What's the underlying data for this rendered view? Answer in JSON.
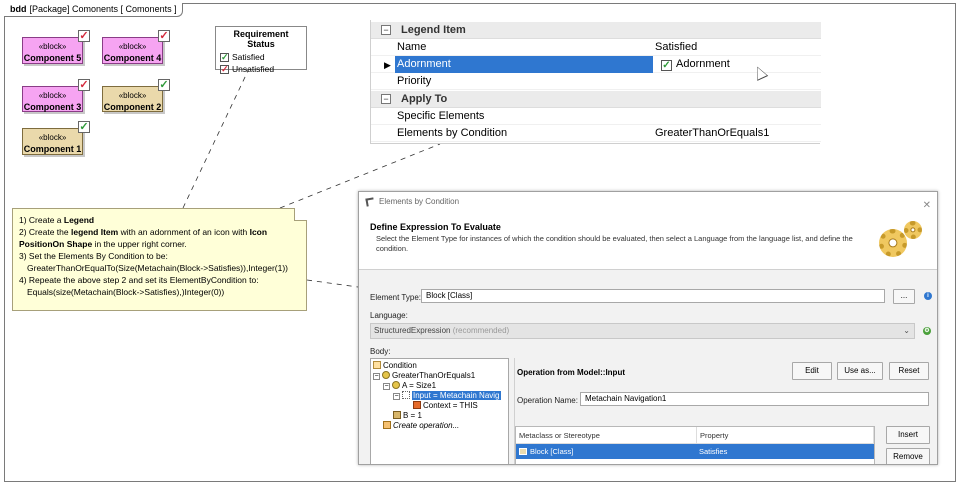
{
  "diagram": {
    "tab_kind": "bdd",
    "tab_text": "[Package] Comonents [ Comonents ]",
    "stereotype": "«block»",
    "blocks": [
      {
        "name": "Component 5",
        "adornment": "unsatisfied"
      },
      {
        "name": "Component 4",
        "adornment": "unsatisfied"
      },
      {
        "name": "Component 3",
        "adornment": "unsatisfied"
      },
      {
        "name": "Component 2",
        "adornment": "satisfied"
      },
      {
        "name": "Component 1",
        "adornment": "satisfied"
      }
    ],
    "legend": {
      "title": "Requirement Status",
      "items": [
        {
          "label": "Satisfied",
          "color": "#2f9a3a"
        },
        {
          "label": "Unsatisfied",
          "color": "#d42a3c"
        }
      ]
    },
    "note": {
      "l1_num": "1) Create a ",
      "l1_b": "Legend",
      "l2_num": "2) Create the ",
      "l2_b": "legend Item",
      "l2_rest": " with an adornment of an icon with ",
      "l2_b2": "Icon",
      "l3_b": "PositionOn Shape",
      "l3_rest": " in the upper right corner.",
      "l4": "3) Set the Elements By Condition to be:",
      "l5": "GreaterThanOrEqualTo(Size(Metachain(Block->Satisfies)),Integer(1))",
      "l6": "4) Repeate the above step 2 and set its ElementByCondition to:",
      "l7": "Equals(size(Metachain(Block->Satisfies),)Integer(0))"
    }
  },
  "properties": {
    "group1": "Legend Item",
    "name_label": "Name",
    "name_value": "Satisfied",
    "adornment_label": "Adornment",
    "adornment_value": "Adornment",
    "priority_label": "Priority",
    "group2": "Apply To",
    "specific_label": "Specific Elements",
    "ebc_label": "Elements by Condition",
    "ebc_value": "GreaterThanOrEquals1"
  },
  "dialog": {
    "title": "Elements by Condition",
    "heading": "Define Expression To Evaluate",
    "description": "Select the Element Type for instances of which the condition should be evaluated, then select a Language from the language list, and define the condition.",
    "element_type_label": "Element Type:",
    "element_type_value": "Block [Class]",
    "browse_label": "...",
    "language_label": "Language:",
    "language_value": "StructuredExpression",
    "language_hint": "(recommended)",
    "body_label": "Body:",
    "tree": {
      "condition": "Condition",
      "greater": "GreaterThanOrEquals1",
      "a": "A = Size1",
      "input": "Input = Metachain Navig",
      "context": "Context = THIS",
      "b": "B = 1",
      "create": "Create operation..."
    },
    "pane_title": "Operation from Model::Input",
    "edit_label": "Edit",
    "use_as_label": "Use as...",
    "reset_label": "Reset",
    "op_name_label": "Operation Name:",
    "op_name_value": "Metachain Navigation1",
    "table": {
      "col1": "Metaclass or Stereotype",
      "col2": "Property",
      "row_c1": "Block [Class]",
      "row_c2": "Satisfies"
    },
    "insert_label": "Insert",
    "remove_label": "Remove"
  }
}
